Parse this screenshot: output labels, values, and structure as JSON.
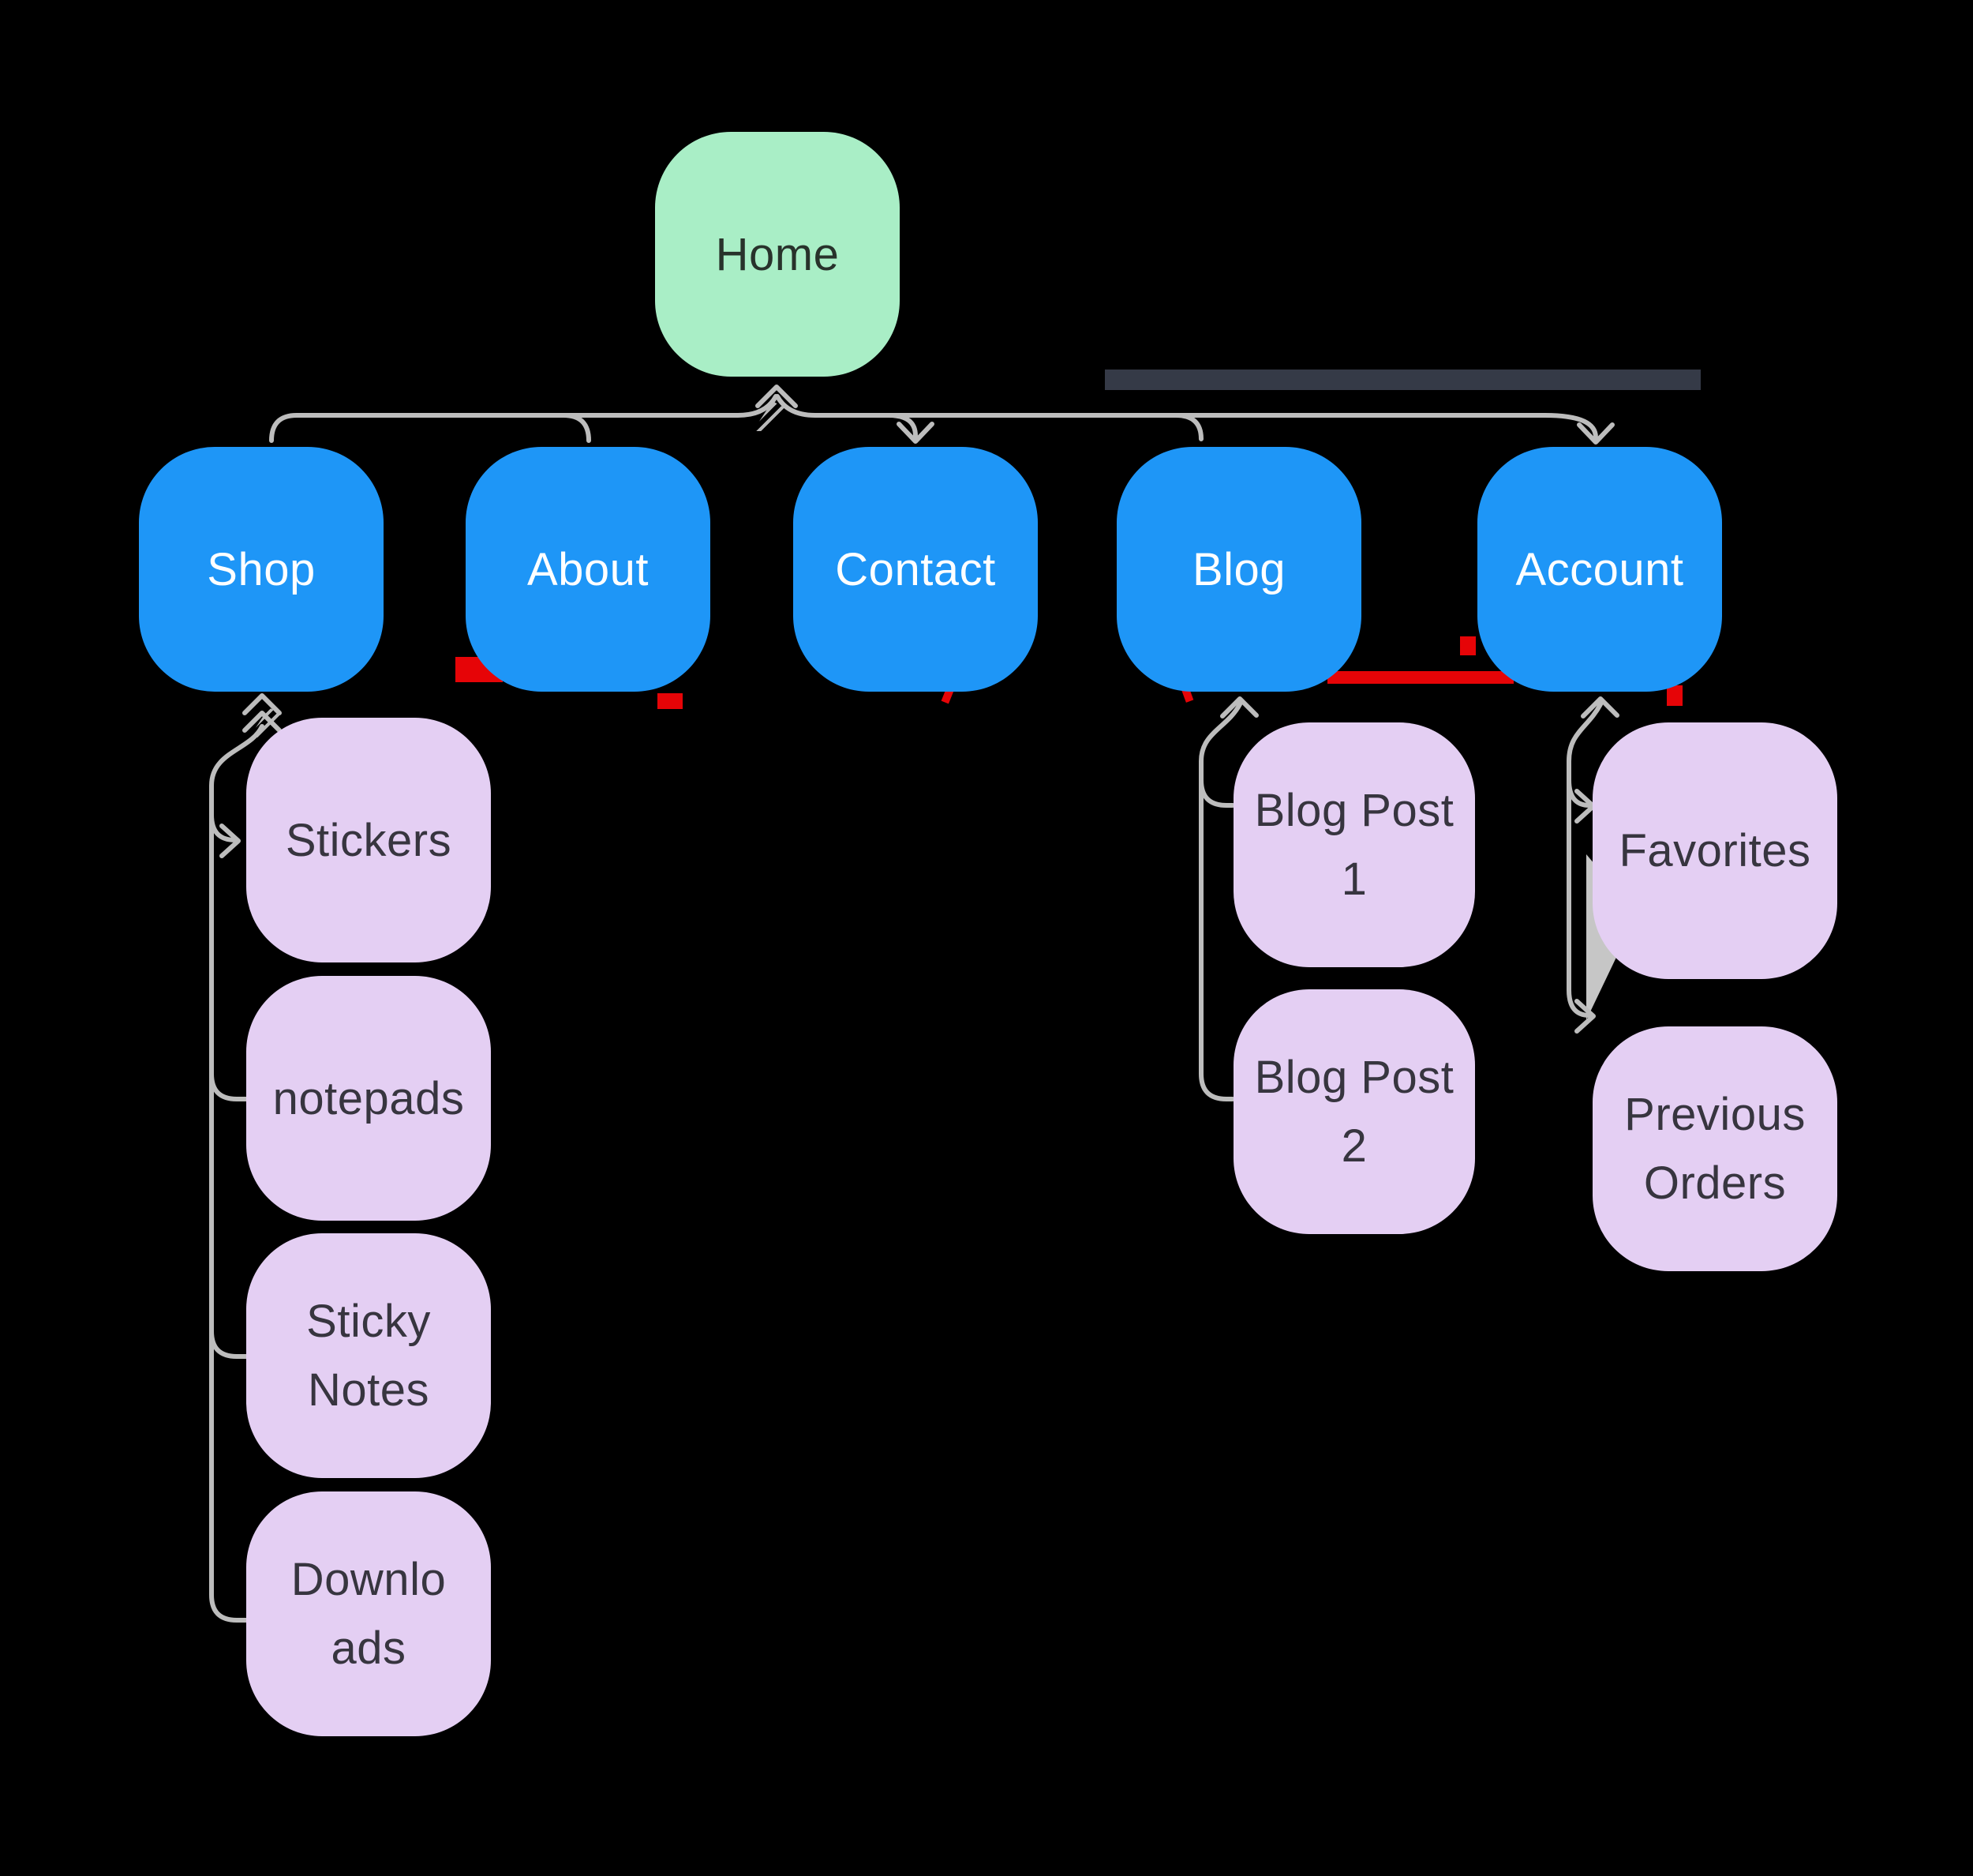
{
  "diagram": {
    "type": "sitemap-flowchart",
    "background": "#000000",
    "nodes": {
      "home": {
        "label": "Home",
        "level": "root"
      },
      "shop": {
        "label": "Shop",
        "level": "page"
      },
      "about": {
        "label": "About",
        "level": "page"
      },
      "contact": {
        "label": "Contact",
        "level": "page"
      },
      "blog": {
        "label": "Blog",
        "level": "page"
      },
      "account": {
        "label": "Account",
        "level": "page"
      },
      "stickers": {
        "label": "Stickers",
        "level": "child"
      },
      "notepads": {
        "label": "notepads",
        "level": "child"
      },
      "sticky_notes": {
        "label": "Sticky\nNotes",
        "level": "child"
      },
      "downloads": {
        "label": "Downlo\nads",
        "level": "child"
      },
      "blog_post_1": {
        "label": "Blog Post\n1",
        "level": "child"
      },
      "blog_post_2": {
        "label": "Blog Post\n2",
        "level": "child"
      },
      "favorites": {
        "label": "Favorites",
        "level": "child"
      },
      "previous_orders": {
        "label": "Previous\nOrders",
        "level": "child"
      }
    },
    "edges": [
      [
        "Home",
        "Shop"
      ],
      [
        "Home",
        "About"
      ],
      [
        "Home",
        "Contact"
      ],
      [
        "Home",
        "Blog"
      ],
      [
        "Home",
        "Account"
      ],
      [
        "Shop",
        "Stickers"
      ],
      [
        "Shop",
        "notepads"
      ],
      [
        "Shop",
        "Sticky Notes"
      ],
      [
        "Shop",
        "Downloads"
      ],
      [
        "Blog",
        "Blog Post 1"
      ],
      [
        "Blog",
        "Blog Post 2"
      ],
      [
        "Account",
        "Favorites"
      ],
      [
        "Account",
        "Previous Orders"
      ]
    ],
    "colors": {
      "root_fill": "#a9eec6",
      "page_fill": "#1e96f7",
      "child_fill": "#e4cff3",
      "root_text": "#28322b",
      "page_text": "#ffffff",
      "child_text": "#37353f",
      "connector": "#bdbdbd",
      "glitch_red": "#e60407",
      "glitch_band": "#353a47",
      "background": "#000000"
    }
  }
}
